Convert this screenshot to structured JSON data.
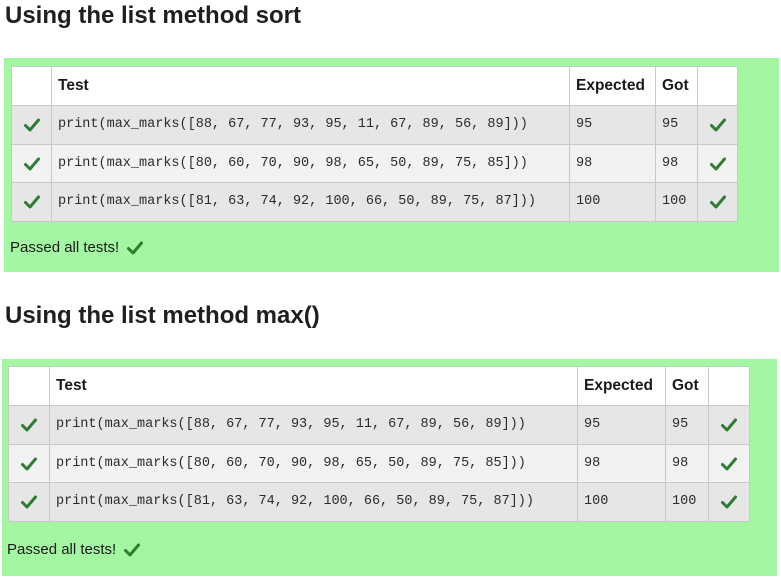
{
  "sections": [
    {
      "title": "Using the list method sort",
      "headers": {
        "check": "",
        "test": "Test",
        "expected": "Expected",
        "got": "Got",
        "result": ""
      },
      "rows": [
        {
          "test": "print(max_marks([88, 67, 77, 93, 95, 11, 67, 89, 56, 89]))",
          "expected": "95",
          "got": "95"
        },
        {
          "test": "print(max_marks([80, 60, 70, 90, 98, 65, 50, 89, 75, 85]))",
          "expected": "98",
          "got": "98"
        },
        {
          "test": "print(max_marks([81, 63, 74, 92, 100, 66, 50, 89, 75, 87]))",
          "expected": "100",
          "got": "100"
        }
      ],
      "status": "Passed all tests!"
    },
    {
      "title": "Using the list method max()",
      "headers": {
        "check": "",
        "test": "Test",
        "expected": "Expected",
        "got": "Got",
        "result": ""
      },
      "rows": [
        {
          "test": "print(max_marks([88, 67, 77, 93, 95, 11, 67, 89, 56, 89]))",
          "expected": "95",
          "got": "95"
        },
        {
          "test": "print(max_marks([80, 60, 70, 90, 98, 65, 50, 89, 75, 85]))",
          "expected": "98",
          "got": "98"
        },
        {
          "test": "print(max_marks([81, 63, 74, 92, 100, 66, 50, 89, 75, 87]))",
          "expected": "100",
          "got": "100"
        }
      ],
      "status": "Passed all tests!"
    }
  ],
  "icons": {
    "pass": "check-icon"
  },
  "colors": {
    "panel_bg": "#a3f7a3",
    "check": "#2e7d32"
  }
}
